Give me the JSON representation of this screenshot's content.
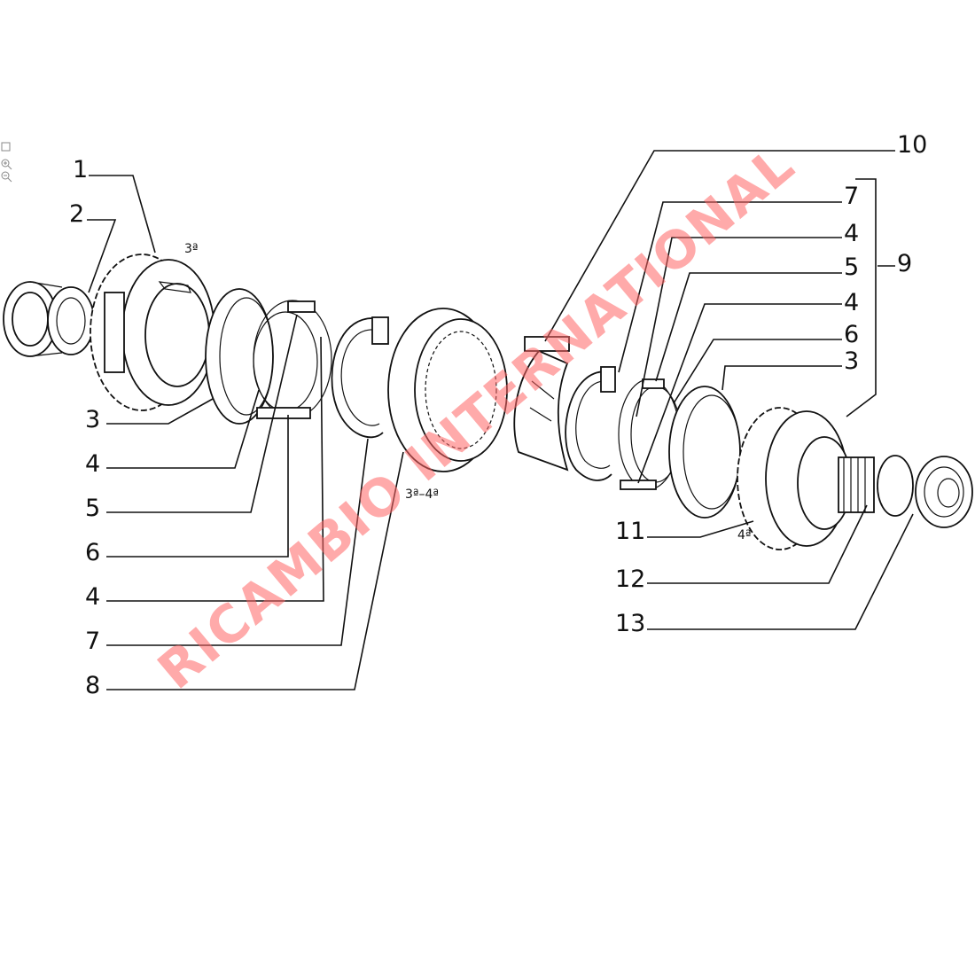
{
  "callouts": {
    "c1": "1",
    "c2": "2",
    "c3a": "3",
    "c4a": "4",
    "c5a": "5",
    "c6a": "6",
    "c4b": "4",
    "c7a": "7",
    "c8": "8",
    "c10": "10",
    "c7b": "7",
    "c4c": "4",
    "c5b": "5",
    "c4d": "4",
    "c6b": "6",
    "c3b": "3",
    "c9": "9",
    "c11": "11",
    "c12": "12",
    "c13": "13"
  },
  "gear_labels": {
    "third": "3ª",
    "third_fourth": "3ª–4ª",
    "fourth": "4ª"
  },
  "watermark": "RICAMBIO INTERNATIONAL",
  "colors": {
    "line": "#111111",
    "watermark": "#ff6666",
    "background": "#ffffff"
  },
  "tool_icons": [
    "fit-icon",
    "zoom-in-icon",
    "zoom-out-icon"
  ]
}
